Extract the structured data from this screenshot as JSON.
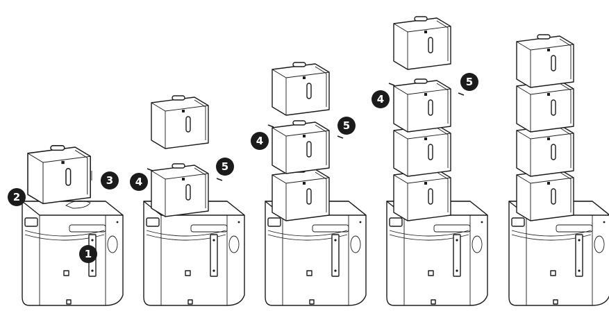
{
  "figure": {
    "steps": [
      {
        "id": "step-1",
        "callouts": [
          "1",
          "2",
          "3"
        ],
        "stacked_modules": 0,
        "lifted_modules": 1
      },
      {
        "id": "step-2",
        "callouts": [
          "4",
          "5"
        ],
        "stacked_modules": 1,
        "lifted_modules": 1
      },
      {
        "id": "step-3",
        "callouts": [
          "4",
          "5"
        ],
        "stacked_modules": 2,
        "lifted_modules": 1
      },
      {
        "id": "step-4",
        "callouts": [
          "4",
          "5"
        ],
        "stacked_modules": 3,
        "lifted_modules": 1
      },
      {
        "id": "step-5",
        "callouts": [],
        "stacked_modules": 4,
        "lifted_modules": 0
      }
    ],
    "colors": {
      "line": "#1b1b1b",
      "fill": "#ffffff",
      "callout_bg": "#1b1b1b",
      "callout_text": "#ffffff"
    }
  }
}
